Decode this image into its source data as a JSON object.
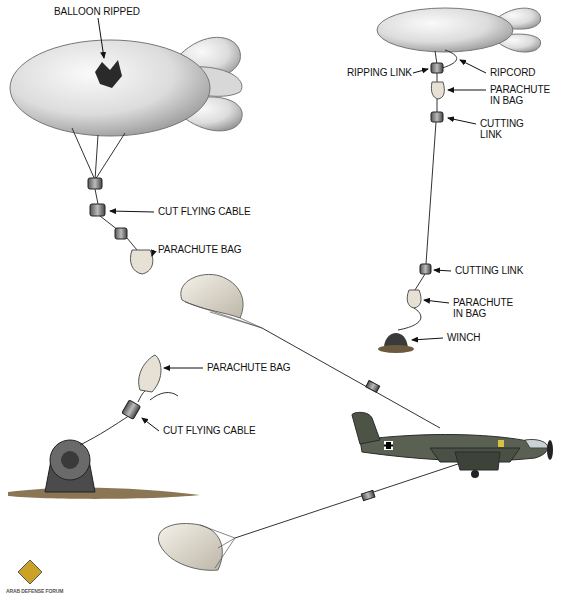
{
  "diagram": {
    "labels": [
      "BALLOON RIPPED",
      "CUT FLYING CABLE",
      "PARACHUTE BAG",
      "RIPPING LINK",
      "RIPCORD",
      "PARACHUTE IN BAG",
      "CUTTING LINK",
      "CUTTING LINK",
      "PARACHUTE IN BAG",
      "WINCH",
      "PARACHUTE BAG",
      "CUT FLYING CABLE",
      "ARAB DEFENSE FORUM"
    ]
  }
}
